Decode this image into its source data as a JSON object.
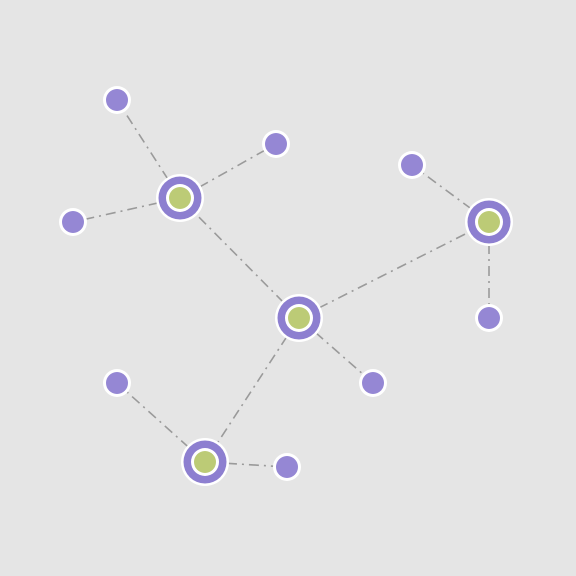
{
  "colors": {
    "background": "#e5e5e5",
    "edge": "#9a9a9a",
    "node_fill": "#9587d4",
    "hub_ring": "#8d7fd0",
    "hub_core": "#bccb76",
    "outline": "#ffffff"
  },
  "graph": {
    "nodes": [
      {
        "id": "hub-center",
        "kind": "hub"
      },
      {
        "id": "hub-top-left",
        "kind": "hub"
      },
      {
        "id": "hub-right",
        "kind": "hub"
      },
      {
        "id": "hub-bottom-left",
        "kind": "hub"
      },
      {
        "id": "leaf-tl-top",
        "kind": "leaf"
      },
      {
        "id": "leaf-tl-right",
        "kind": "leaf"
      },
      {
        "id": "leaf-tl-left",
        "kind": "leaf"
      },
      {
        "id": "leaf-r-top",
        "kind": "leaf"
      },
      {
        "id": "leaf-r-bottom",
        "kind": "leaf"
      },
      {
        "id": "leaf-c-bottom-right",
        "kind": "leaf"
      },
      {
        "id": "leaf-bl-top",
        "kind": "leaf"
      },
      {
        "id": "leaf-bl-right",
        "kind": "leaf"
      }
    ],
    "edges": [
      [
        "hub-center",
        "hub-top-left"
      ],
      [
        "hub-center",
        "hub-right"
      ],
      [
        "hub-center",
        "hub-bottom-left"
      ],
      [
        "hub-center",
        "leaf-c-bottom-right"
      ],
      [
        "hub-top-left",
        "leaf-tl-top"
      ],
      [
        "hub-top-left",
        "leaf-tl-right"
      ],
      [
        "hub-top-left",
        "leaf-tl-left"
      ],
      [
        "hub-right",
        "leaf-r-top"
      ],
      [
        "hub-right",
        "leaf-r-bottom"
      ],
      [
        "hub-bottom-left",
        "leaf-bl-top"
      ],
      [
        "hub-bottom-left",
        "leaf-bl-right"
      ]
    ]
  }
}
